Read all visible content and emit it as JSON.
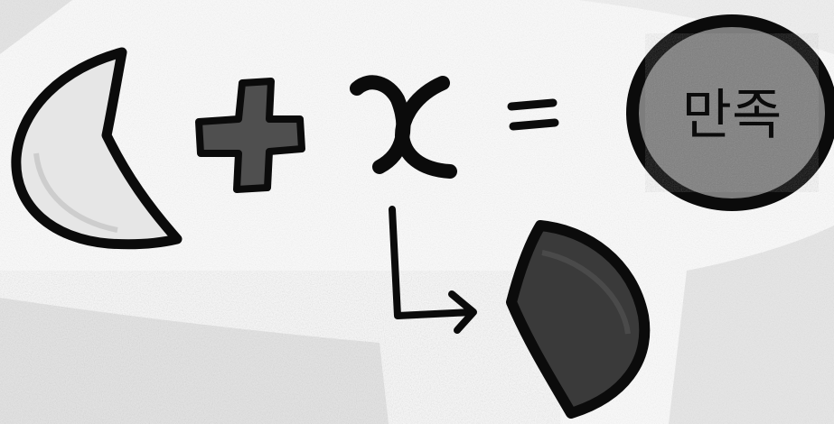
{
  "equation": {
    "variable": "x",
    "equals": "=",
    "result_text": "만족"
  },
  "colors": {
    "ink": "#0b0b0b",
    "crescent_fill": "#e6e6e6",
    "plus_fill": "#4f4f4f",
    "result_fill": "#7d7d7d",
    "half_moon_fill": "#3a3a3a",
    "paper_shading": "#cfcfcf"
  },
  "icons": [
    "crescent-shape",
    "plus-sign",
    "equals-sign",
    "round-badge",
    "arrow-icon",
    "half-moon-shape"
  ]
}
